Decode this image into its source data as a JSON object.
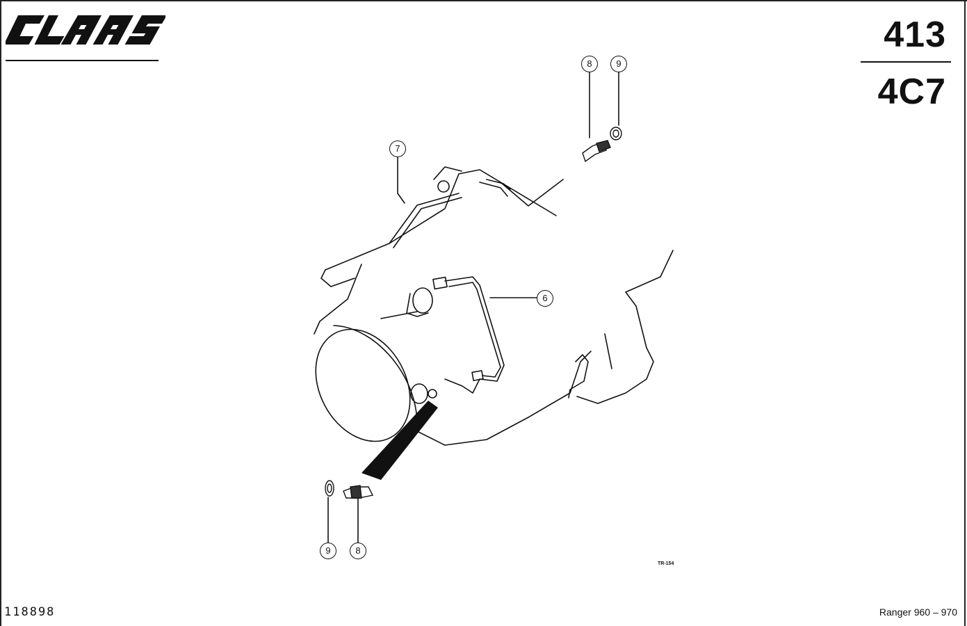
{
  "header": {
    "brand": "CLAAS",
    "page_number": "413",
    "page_code": "4C7"
  },
  "footer": {
    "document_number": "118898",
    "model": "Ranger 960 – 970"
  },
  "drawing": {
    "reference": "TR-154",
    "callouts": [
      {
        "id": "8-top",
        "label": "8"
      },
      {
        "id": "9-top",
        "label": "9"
      },
      {
        "id": "7",
        "label": "7"
      },
      {
        "id": "6",
        "label": "6"
      },
      {
        "id": "9-bottom",
        "label": "9"
      },
      {
        "id": "8-bottom",
        "label": "8"
      }
    ]
  }
}
